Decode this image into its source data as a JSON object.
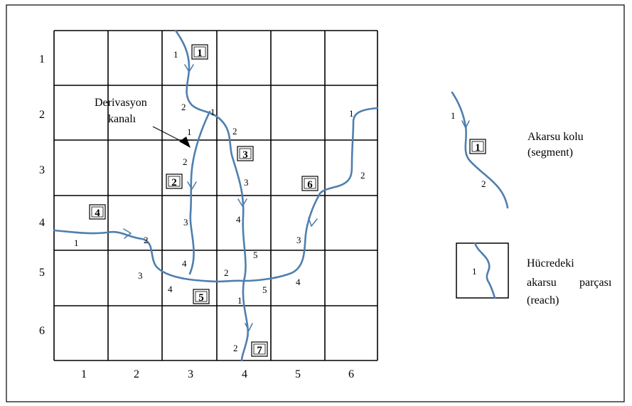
{
  "col_labels": [
    "1",
    "2",
    "3",
    "4",
    "5",
    "6"
  ],
  "row_labels": [
    "1",
    "2",
    "3",
    "4",
    "5",
    "6"
  ],
  "segments": [
    "1",
    "2",
    "3",
    "4",
    "5",
    "6",
    "7"
  ],
  "reach_labels": {
    "s1r1": "1",
    "s1r2": "2",
    "s2r1": "1",
    "s2r2": "2",
    "s2r3": "3",
    "s2r4": "4",
    "s3r1": "1",
    "s3r2": "2",
    "s3r3": "3",
    "s3r4": "4",
    "s3r5": "5",
    "s4r1": "1",
    "s4r2": "2",
    "s4r3": "3",
    "s4r4": "4",
    "s5r2": "2",
    "s5r4": "4",
    "s5r5": "5",
    "s6r1": "1",
    "s6r2": "2",
    "s6r3": "3",
    "s7r1": "1",
    "s7r2": "2"
  },
  "annotation": {
    "line1": "Derivasyon",
    "line2": "kanalı"
  },
  "legend": {
    "segment_label_line1": "Akarsu kolu",
    "segment_label_line2": "(segment)",
    "segment_box": "1",
    "segment_reach1": "1",
    "segment_reach2": "2",
    "reach_cell_value": "1",
    "reach_label_line1": "Hücredeki",
    "reach_label_line2": "akarsu",
    "reach_label_line2b": "parçası",
    "reach_label_line3": "(reach)"
  },
  "colors": {
    "river": "#4f7fae",
    "grid": "#000000"
  }
}
